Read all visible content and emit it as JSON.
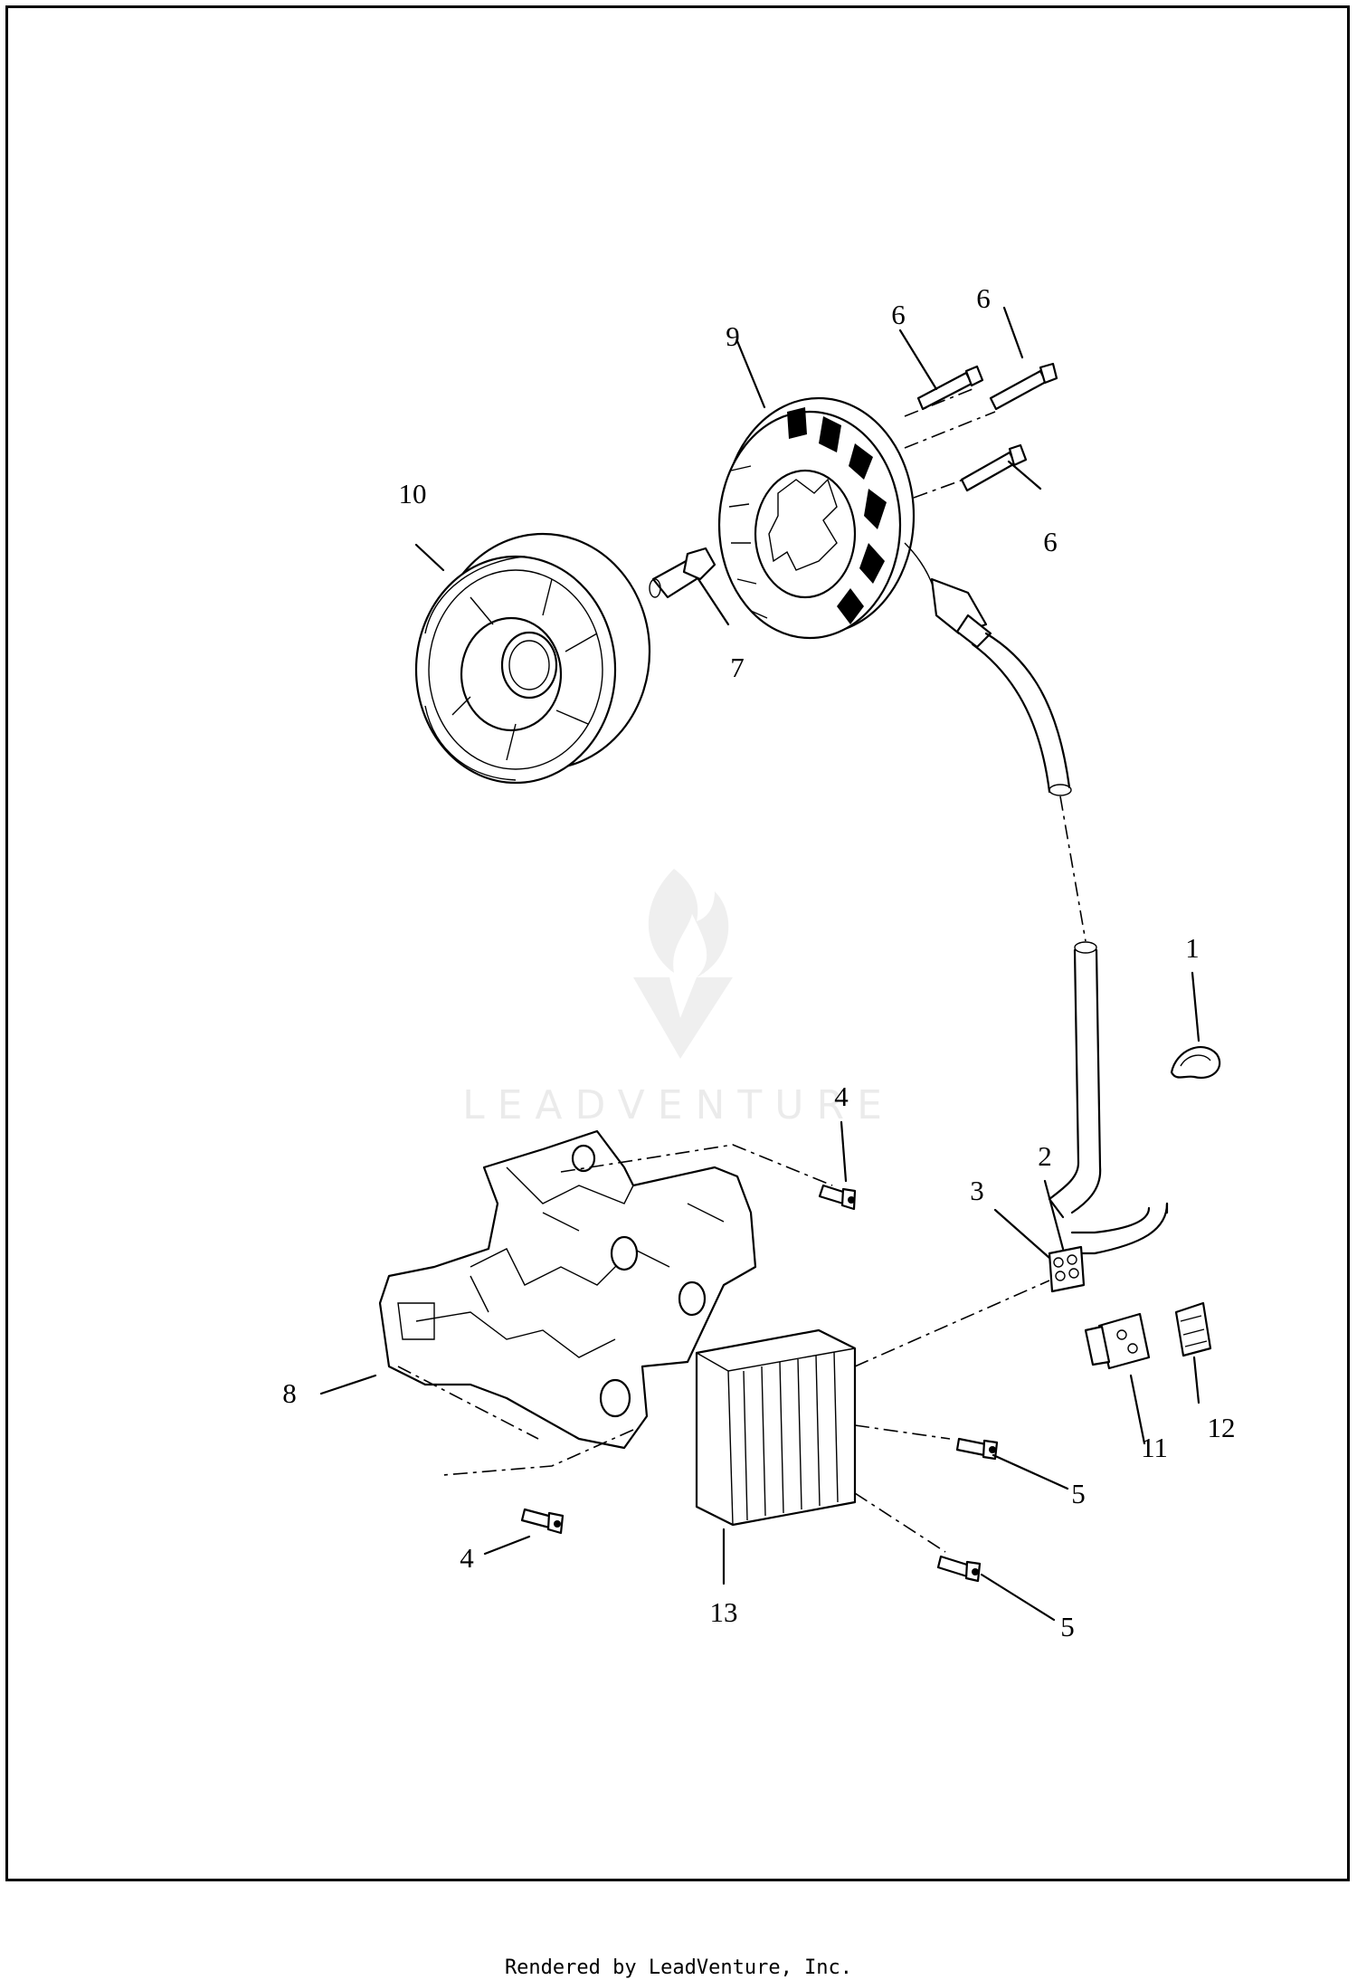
{
  "watermark": {
    "brand": "LEADVENTURE"
  },
  "callouts": {
    "c1": "1",
    "c2": "2",
    "c3": "3",
    "c4a": "4",
    "c4b": "4",
    "c5a": "5",
    "c5b": "5",
    "c6a": "6",
    "c6b": "6",
    "c6c": "6",
    "c7": "7",
    "c8": "8",
    "c9": "9",
    "c10": "10",
    "c11": "11",
    "c12": "12",
    "c13": "13"
  },
  "footer": {
    "text": "Rendered by LeadVenture, Inc."
  }
}
